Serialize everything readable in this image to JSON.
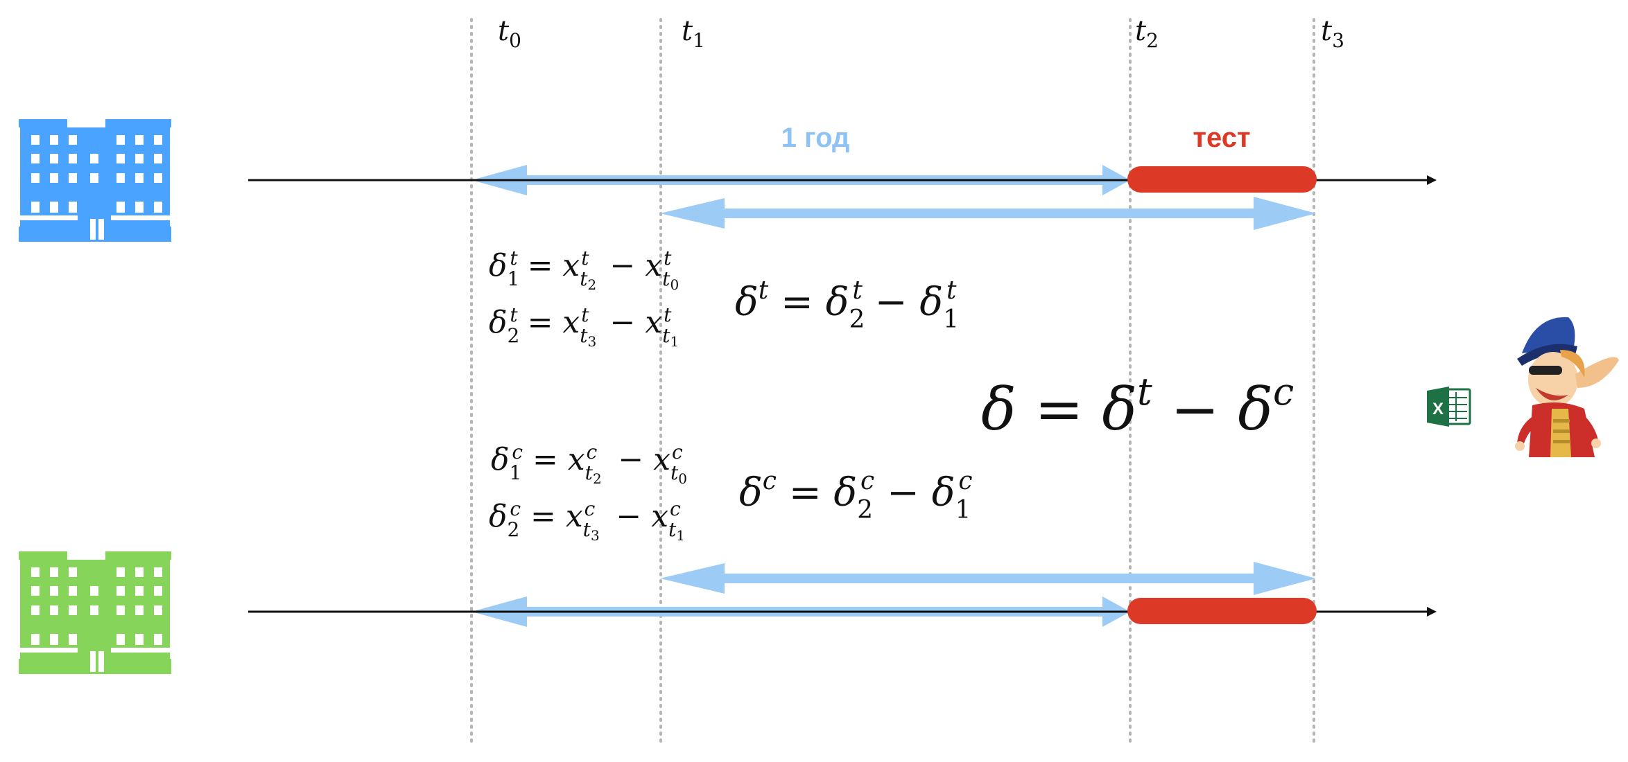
{
  "time_markers": [
    "t0",
    "t1",
    "t2",
    "t3"
  ],
  "period_label": "1 год",
  "test_label": "тест",
  "colors": {
    "treatment_building": "#4aa3ff",
    "control_building": "#86d45a",
    "period_arrow": "#9ccbf5",
    "period_label": "#8fc3f3",
    "test_bar": "#dc3a26",
    "timeline": "#111111",
    "gridline": "#b5b5b5",
    "excel_green": "#1e7145"
  },
  "treatment_formulas": {
    "d1": "δ₁ᵗ = xᵗ_{t₂} − xᵗ_{t₀}",
    "d2": "δ₂ᵗ = xᵗ_{t₃} − xᵗ_{t₁}",
    "diff": "δᵗ = δ₂ᵗ − δ₁ᵗ"
  },
  "control_formulas": {
    "d1": "δ₁ᶜ = xᶜ_{t₂} − xᶜ_{t₀}",
    "d2": "δ₂ᶜ = xᶜ_{t₃} − xᶜ_{t₁}",
    "diff": "δᶜ = δ₂ᶜ − δ₁ᶜ"
  },
  "main_formula": "δ = δᵗ − δᶜ",
  "icons": {
    "treatment": "building-icon",
    "control": "building-icon",
    "spreadsheet": "excel-icon",
    "character": "cartoon-character-icon"
  }
}
